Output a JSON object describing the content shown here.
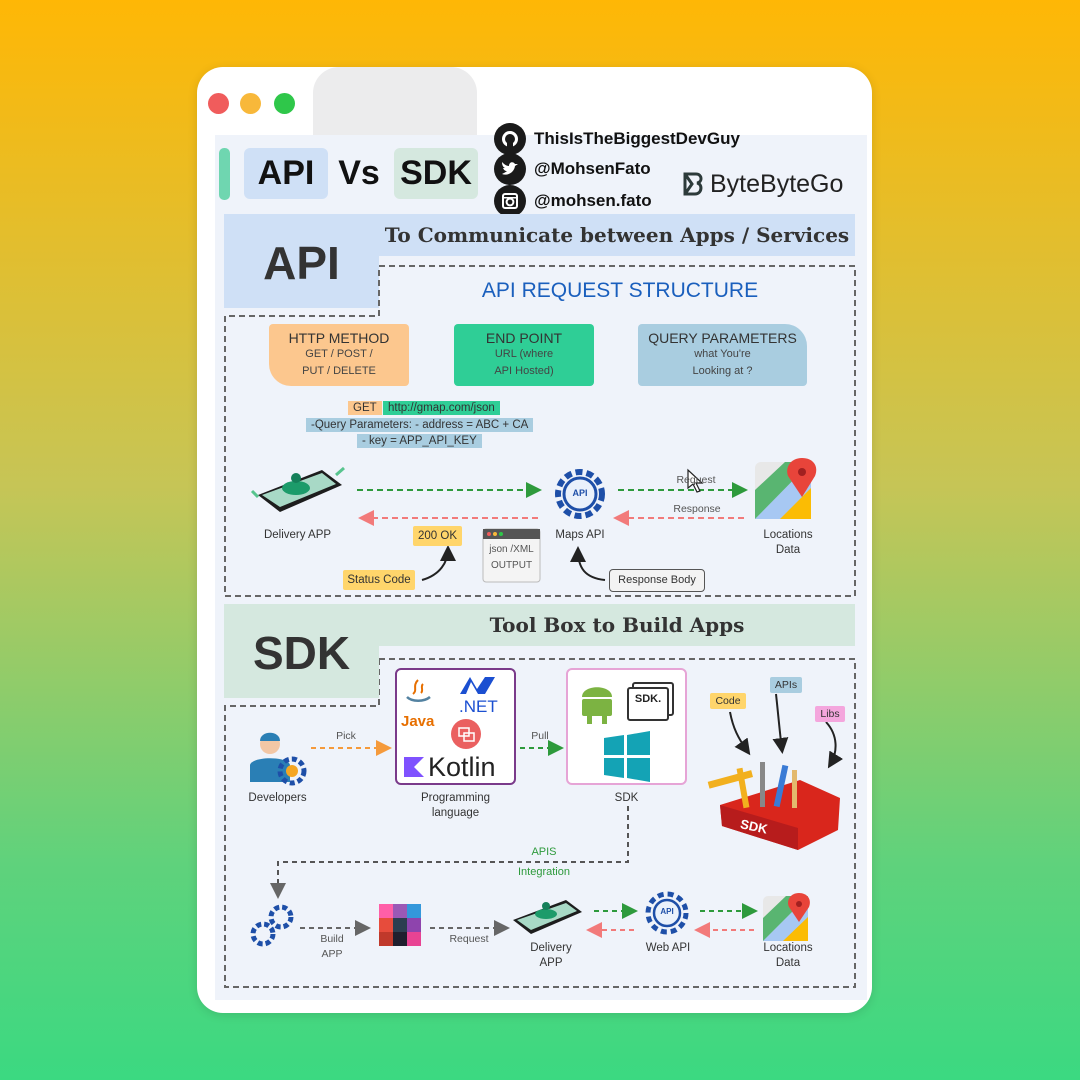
{
  "header": {
    "title_left": "API",
    "title_vs": "Vs",
    "title_right": "SDK",
    "brand": "ByteByteGo",
    "social": [
      {
        "icon": "github-icon",
        "text": "ThisIsTheBiggestDevGuy"
      },
      {
        "icon": "twitter-icon",
        "text": "@MohsenFato"
      },
      {
        "icon": "instagram-icon",
        "text": "@mohsen.fato"
      }
    ]
  },
  "api_section": {
    "label": "API",
    "subtitle": "To Communicate between Apps / Services",
    "structure_title": "API REQUEST STRUCTURE",
    "params": [
      {
        "heading": "HTTP METHOD",
        "line1": "GET / POST /",
        "line2": "PUT / DELETE",
        "color": "#fcc78e"
      },
      {
        "heading": "END POINT",
        "line1": "URL (where",
        "line2": "API Hosted)",
        "color": "#2fce96"
      },
      {
        "heading": "QUERY PARAMETERS",
        "line1": "what You're",
        "line2": "Looking at ?",
        "color": "#a9cde0"
      }
    ],
    "request_example": {
      "method": "GET",
      "url": "http://gmap.com/json",
      "query_line": "-Query Parameters: - address = ABC + CA",
      "key_line": "- key = APP_API_KEY"
    },
    "flow": {
      "delivery_app": "Delivery APP",
      "maps_api": "Maps API",
      "api_badge": "API",
      "locations": "Locations",
      "data": "Data",
      "request": "Request",
      "response": "Response",
      "status_ok": "200 OK",
      "status_code": "Status Code",
      "output_format": "json /XML",
      "output": "OUTPUT",
      "response_body": "Response Body"
    }
  },
  "sdk_section": {
    "label": "SDK",
    "subtitle": "Tool Box to Build Apps",
    "developers": "Developers",
    "pick": "Pick",
    "pull": "Pull",
    "languages": {
      "java": "Java",
      "dotnet": ".NET",
      "kotlin": "Kotlin"
    },
    "programming_line1": "Programming",
    "programming_line2": "language",
    "sdk_label": "SDK",
    "sdk_card_text": "SDK.",
    "toolbox_tags": [
      "Code",
      "APIs",
      "Libs"
    ],
    "toolbox_label": "SDK",
    "apis_line1": "APIS",
    "apis_line2": "Integration",
    "build_line1": "Build",
    "build_line2": "APP",
    "request": "Request",
    "delivery_line1": "Delivery",
    "delivery_line2": "APP",
    "web_api": "Web API",
    "api_badge": "API",
    "locations": "Locations",
    "data": "Data"
  }
}
